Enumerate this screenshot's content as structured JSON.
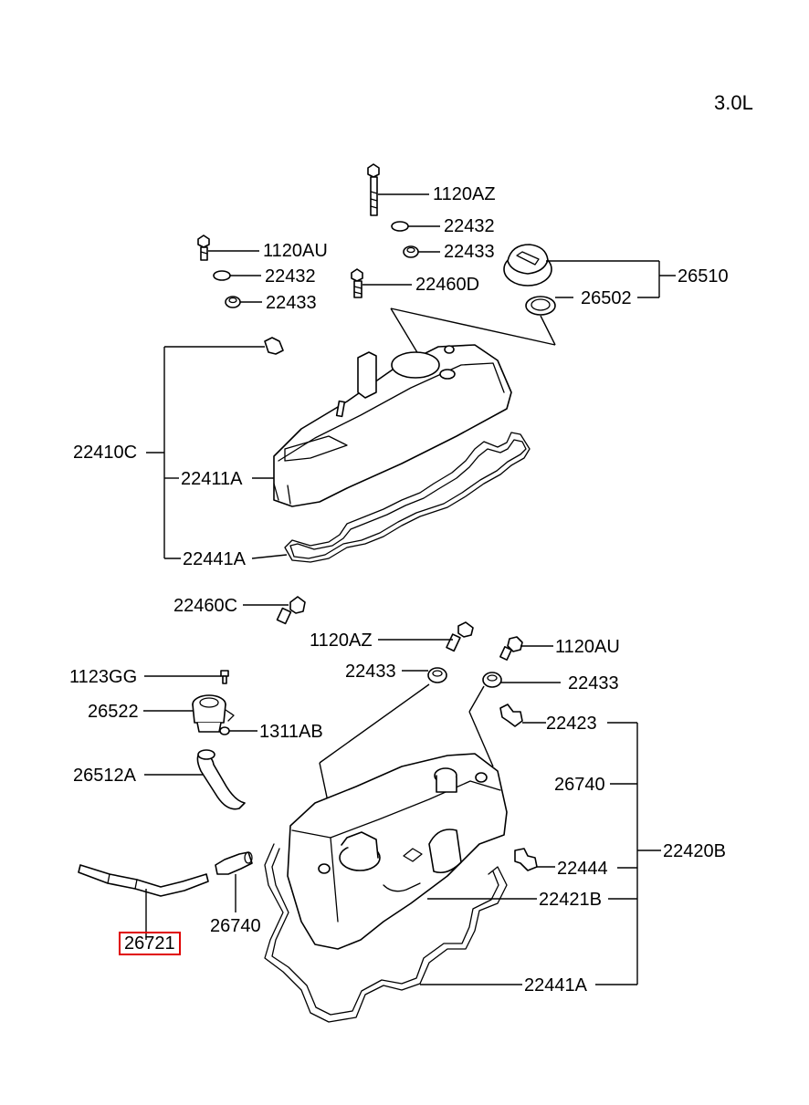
{
  "engine_label": "3.0L",
  "labels": {
    "l_1120AZ_top": "1120AZ",
    "l_22432_top": "22432",
    "l_22433_top": "22433",
    "l_1120AU_top": "1120AU",
    "l_22432_left": "22432",
    "l_22433_left": "22433",
    "l_22460D": "22460D",
    "l_26510": "26510",
    "l_26502": "26502",
    "l_22410C": "22410C",
    "l_22411A": "22411A",
    "l_22441A_top": "22441A",
    "l_22460C": "22460C",
    "l_1120AZ_mid": "1120AZ",
    "l_1120AU_mid": "1120AU",
    "l_22433_mid_left": "22433",
    "l_22433_mid_right": "22433",
    "l_1123GG": "1123GG",
    "l_26522": "26522",
    "l_1311AB": "1311AB",
    "l_22423": "22423",
    "l_26512A": "26512A",
    "l_26740_right": "26740",
    "l_22420B": "22420B",
    "l_22444": "22444",
    "l_22421B": "22421B",
    "l_26740_bottom": "26740",
    "l_26721": "26721",
    "l_22441A_bottom": "22441A"
  }
}
